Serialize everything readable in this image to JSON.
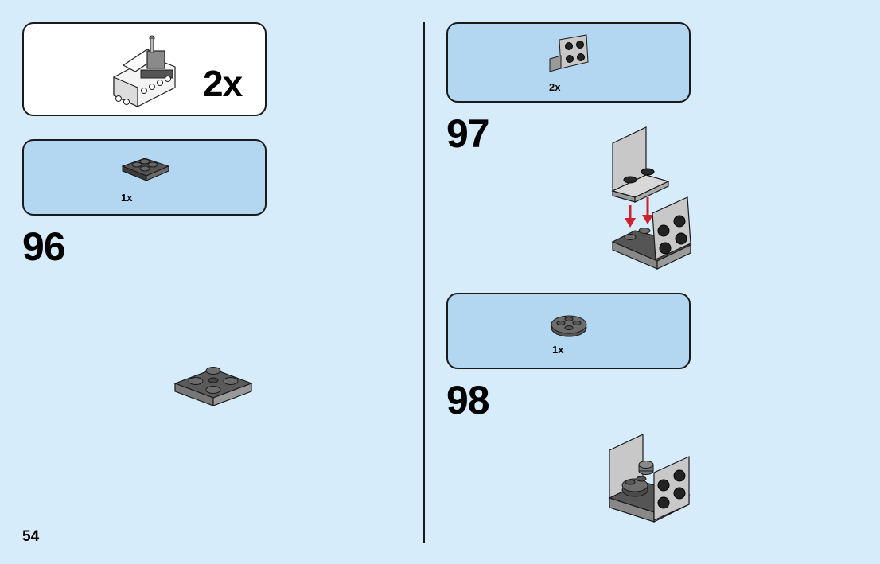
{
  "submodel": {
    "multiplier": "2x"
  },
  "steps": [
    {
      "number": "96",
      "parts": [
        {
          "qty": "1x",
          "part": "dark-gray-2x2-plate-with-center-stud"
        }
      ]
    },
    {
      "number": "97",
      "parts": [
        {
          "qty": "2x",
          "part": "light-gray-bracket-1x2-2x2"
        }
      ]
    },
    {
      "number": "98",
      "parts": [
        {
          "qty": "1x",
          "part": "dark-gray-round-plate-2x2"
        }
      ]
    }
  ],
  "page": {
    "number": "54"
  },
  "colors": {
    "background": "#d6ecfa",
    "callout": "#b4d7f1",
    "arrow": "#d0202e"
  }
}
